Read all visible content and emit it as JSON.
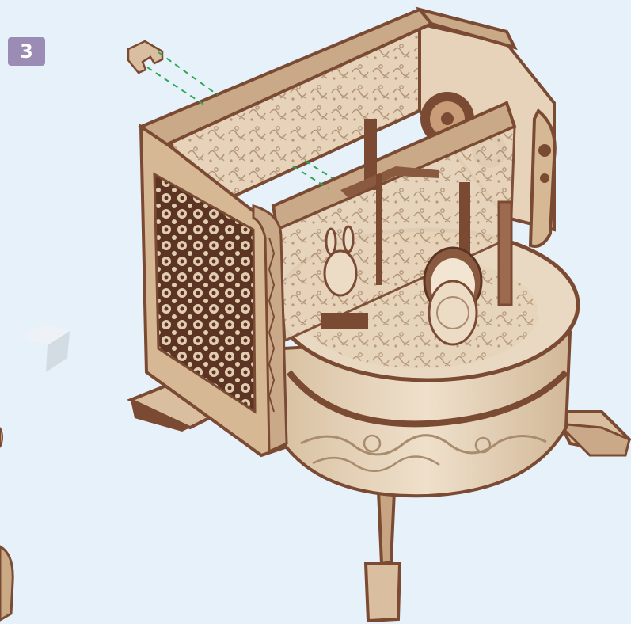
{
  "step": {
    "number": "3"
  },
  "colors": {
    "background": "#e7f1f9",
    "badge": "#9b8cb5",
    "wood_light": "#e9d7c0",
    "wood_mid": "#d9bfa0",
    "wood_dark": "#7a4a33",
    "ornament": "#b49577",
    "guide_line": "#2aa857",
    "direction_arrow": "#d3dbe3"
  },
  "parts": {
    "small_part": "u-shaped-connector",
    "model": "wooden-mechanical-music-box"
  }
}
